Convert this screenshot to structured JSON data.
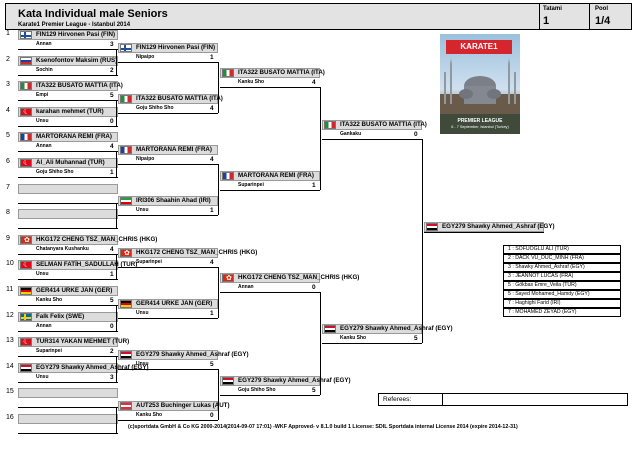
{
  "header": {
    "title": "Kata Individual male Seniors",
    "subtitle": "Karate1 Premier League - Istanbul 2014",
    "tatami_label": "Tatami",
    "tatami_value": "1",
    "pool_label": "Pool",
    "pool_value": "1/4"
  },
  "row_numbers": [
    "1",
    "2",
    "3",
    "4",
    "5",
    "6",
    "7",
    "8",
    "9",
    "10",
    "11",
    "12",
    "13",
    "14",
    "15",
    "16"
  ],
  "round1": [
    {
      "name": "FIN129 Hirvonen Pasi (FIN)",
      "club": "Annan",
      "score": "3",
      "flag": "fin"
    },
    {
      "name": "Ksenofontov Maksim (RUS)",
      "club": "Sochin",
      "score": "2",
      "flag": "rus"
    },
    {
      "name": "ITA322 BUSATO MATTIA (ITA)",
      "club": "Empi",
      "score": "5",
      "flag": "ita"
    },
    {
      "name": "karahan mehmet (TUR)",
      "club": "Unsu",
      "score": "0",
      "flag": "tur"
    },
    {
      "name": "MARTORANA REMI (FRA)",
      "club": "Annan",
      "score": "4",
      "flag": "fra"
    },
    {
      "name": "Al_Ali Muhannad (TUR)",
      "club": "Goju Shiho Sho",
      "score": "1",
      "flag": "tur"
    },
    {
      "name": "",
      "club": "",
      "score": "",
      "flag": ""
    },
    {
      "name": "",
      "club": "",
      "score": "",
      "flag": ""
    },
    {
      "name": "HKG172 CHENG TSZ_MAN_CHRIS (HKG)",
      "club": "Chatanyara Kushanku",
      "score": "4",
      "flag": "hkg"
    },
    {
      "name": "SELMAN FATİH_SADULLAH (TUR)",
      "club": "Unsu",
      "score": "1",
      "flag": "tur"
    },
    {
      "name": "GER414 URKE JAN (GER)",
      "club": "Kanku Sho",
      "score": "5",
      "flag": "ger"
    },
    {
      "name": "Falk Felix (SWE)",
      "club": "Annan",
      "score": "0",
      "flag": "swe"
    },
    {
      "name": "TUR314 YAKAN MEHMET (TUR)",
      "club": "Suparinpei",
      "score": "2",
      "flag": "tur"
    },
    {
      "name": "EGY279 Shawky Ahmed_Ashraf (EGY)",
      "club": "Unsu",
      "score": "3",
      "flag": "egy"
    },
    {
      "name": "",
      "club": "",
      "score": "",
      "flag": ""
    },
    {
      "name": "",
      "club": "",
      "score": "",
      "flag": ""
    }
  ],
  "round2": [
    {
      "name": "FIN129 Hirvonen Pasi (FIN)",
      "club": "Nipaipo",
      "score": "1",
      "flag": "fin"
    },
    {
      "name": "ITA322 BUSATO MATTIA (ITA)",
      "club": "Goju Shiho Sho",
      "score": "4",
      "flag": "ita"
    },
    {
      "name": "MARTORANA REMI (FRA)",
      "club": "Nipaipo",
      "score": "4",
      "flag": "fra"
    },
    {
      "name": "IRI306 Shaahin Ahad (IRI)",
      "club": "Unsu",
      "score": "1",
      "flag": "irn"
    },
    {
      "name": "HKG172 CHENG TSZ_MAN_CHRIS (HKG)",
      "club": "Suparinpei",
      "score": "4",
      "flag": "hkg"
    },
    {
      "name": "GER414 URKE JAN (GER)",
      "club": "Unsu",
      "score": "1",
      "flag": "ger"
    },
    {
      "name": "EGY279 Shawky Ahmed_Ashraf (EGY)",
      "club": "Unsu",
      "score": "5",
      "flag": "egy"
    },
    {
      "name": "AUT253 Buchinger Lukas (AUT)",
      "club": "Kanku Sho",
      "score": "0",
      "flag": "aut"
    }
  ],
  "round3": [
    {
      "name": "ITA322 BUSATO MATTIA (ITA)",
      "club": "Kanku Sho",
      "score": "4",
      "flag": "ita"
    },
    {
      "name": "MARTORANA REMI (FRA)",
      "club": "Suparinpei",
      "score": "1",
      "flag": "fra"
    },
    {
      "name": "HKG172 CHENG TSZ_MAN_CHRIS (HKG)",
      "club": "Annan",
      "score": "0",
      "flag": "hkg"
    },
    {
      "name": "EGY279 Shawky Ahmed_Ashraf (EGY)",
      "club": "Goju Shiho Sho",
      "score": "5",
      "flag": "egy"
    }
  ],
  "round4": [
    {
      "name": "ITA322 BUSATO MATTIA (ITA)",
      "club": "Gankaku",
      "score": "0",
      "flag": "ita"
    },
    {
      "name": "EGY279 Shawky Ahmed_Ashraf (EGY)",
      "club": "Kanku Sho",
      "score": "5",
      "flag": "egy"
    }
  ],
  "winner": {
    "name": "EGY279 Shawky Ahmed_Ashraf (EGY)",
    "flag": "egy"
  },
  "poster": {
    "logo": "KARATE1",
    "league": "PREMIER LEAGUE",
    "dates": "6 - 7 September, Istanbul (Turkey)"
  },
  "results": [
    "1 : SOFUOGLU ALI (TUR)",
    "2 : DACK VU_DUC_MINH (FRA)",
    "3 : Shawky Ahmed_Ashraf (EGY)",
    "3 : JEANNOT LUCAS (FRA)",
    "5 : Gökbas Emre_Veila (TUR)",
    "5 : Sayed Mohamed_Hamdy (EGY)",
    "7 : Haghighi Farid (IRI)",
    "7 : MOHAMED ZEYAD (EGY)"
  ],
  "referees_label": "Referees:",
  "footer": "(c)sportdata GmbH & Co KG 2000-2014(2014-09-07 17:01) -WKF Approved- v 8.1.0 build 1 License: SDIL Sportdata internal License 2014 (expire 2014-12-31)"
}
